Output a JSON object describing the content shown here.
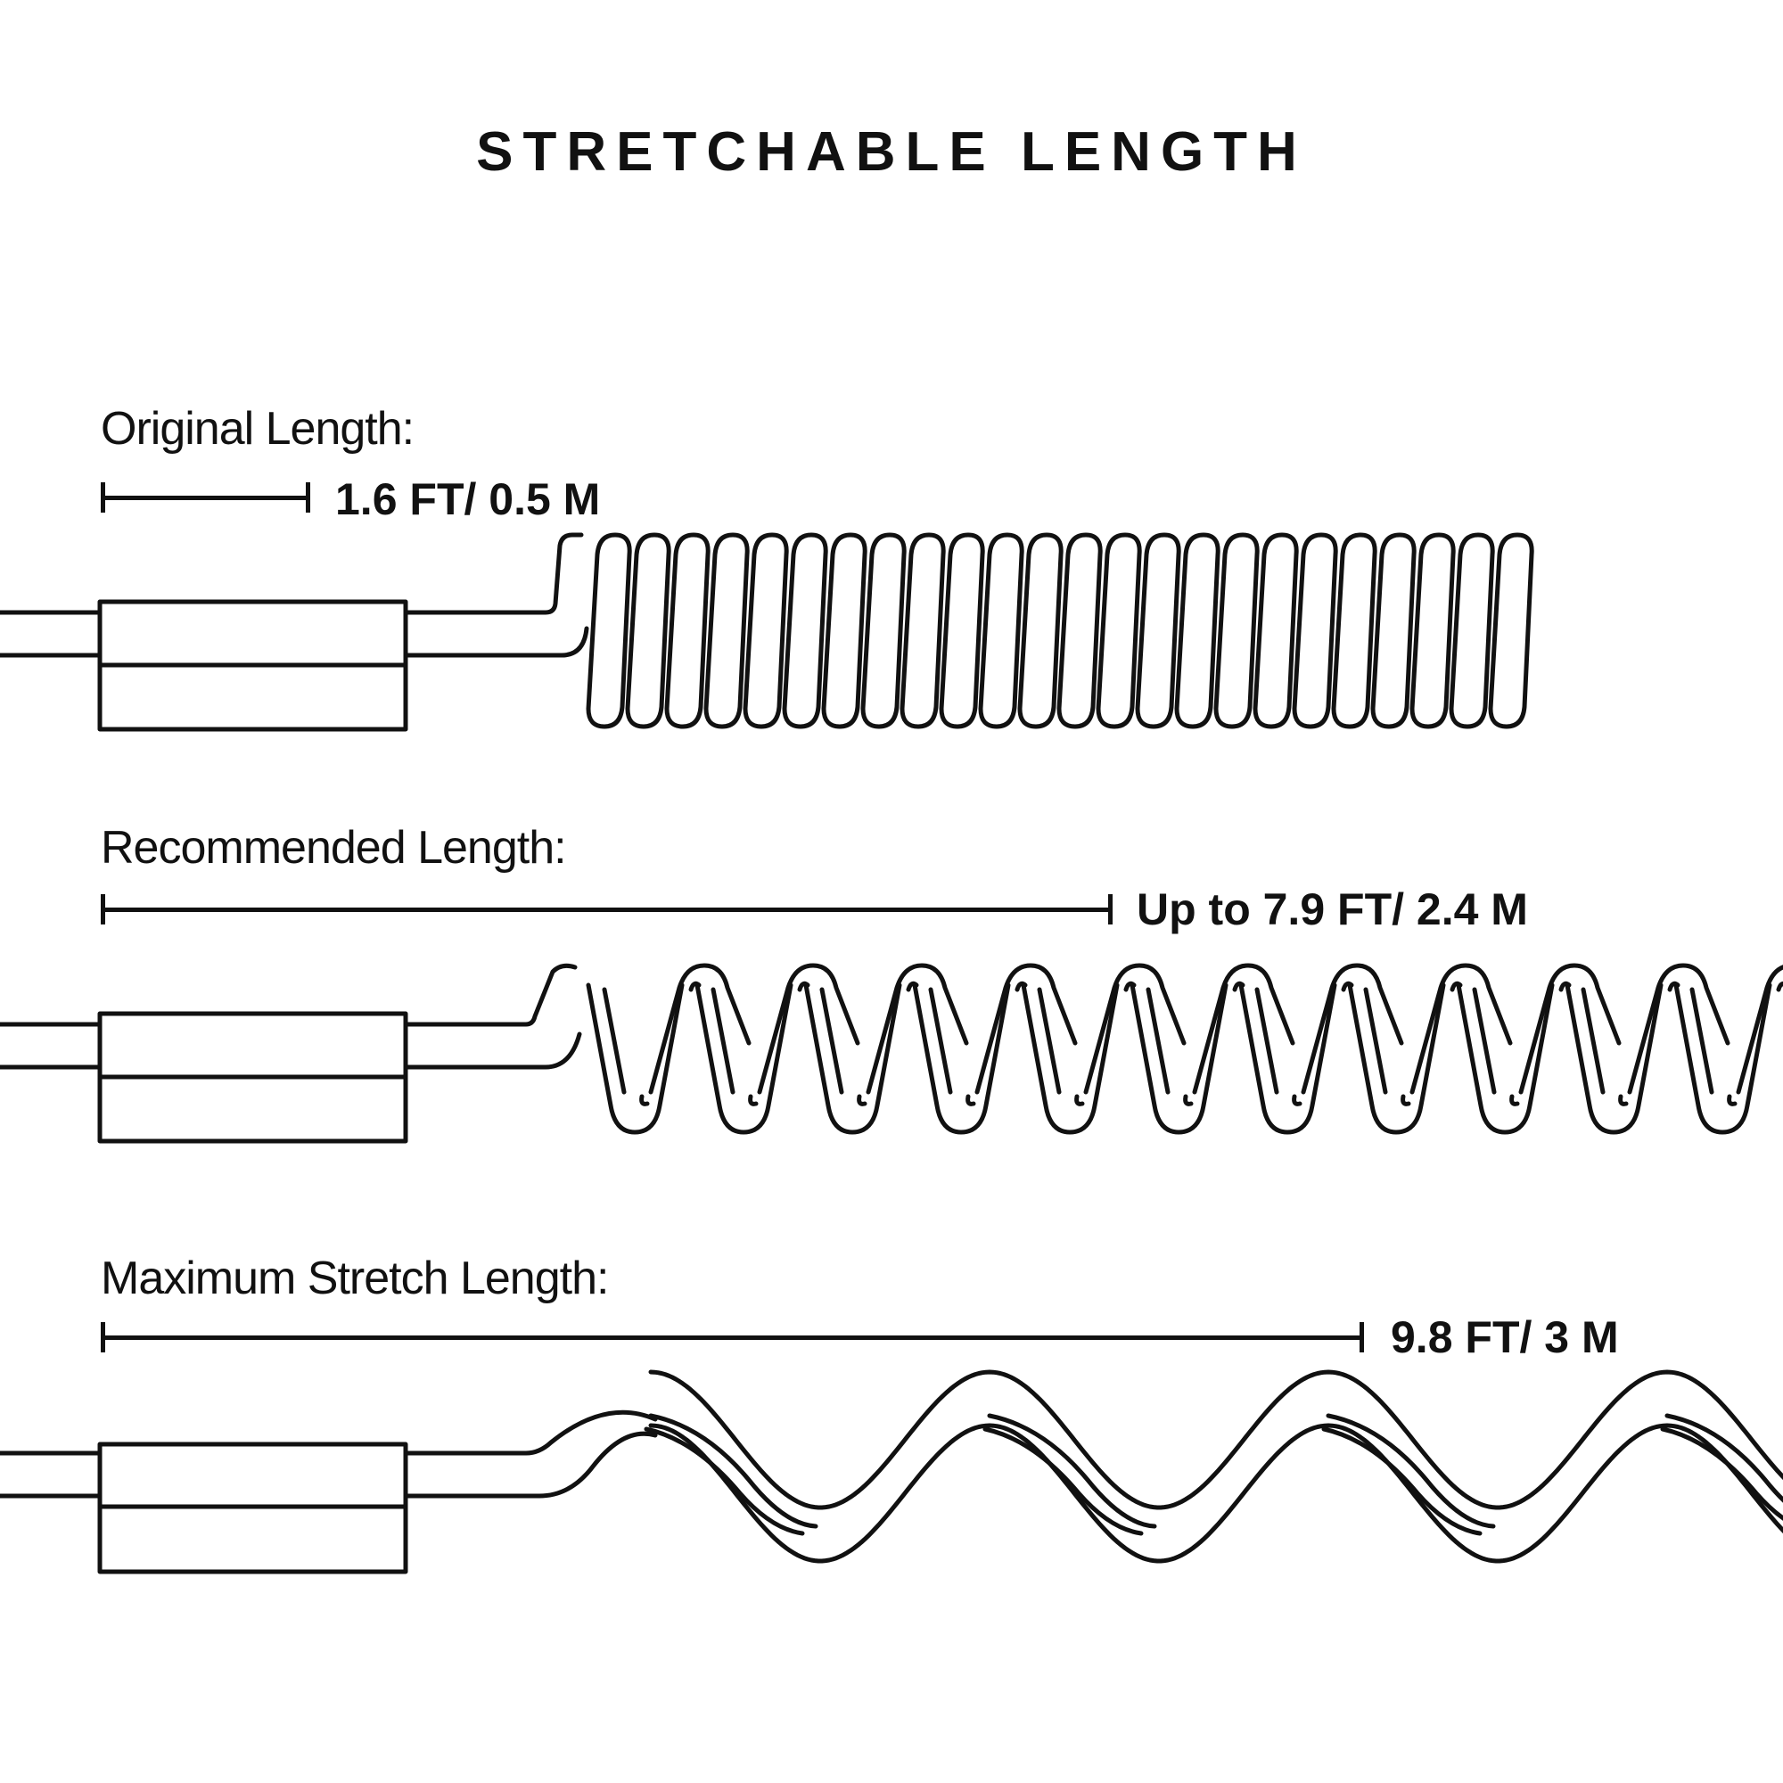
{
  "title": "STRETCHABLE LENGTH",
  "sections": [
    {
      "label": "Original Length:",
      "measure": "1.6 FT/ 0.5 M",
      "coil_state": "compressed"
    },
    {
      "label": "Recommended Length:",
      "measure": "Up to 7.9 FT/ 2.4 M",
      "coil_state": "partially-stretched"
    },
    {
      "label": "Maximum Stretch Length:",
      "measure": "9.8 FT/ 3 M",
      "coil_state": "fully-stretched"
    }
  ],
  "colors": {
    "line": "#111111",
    "background": "#ffffff"
  }
}
